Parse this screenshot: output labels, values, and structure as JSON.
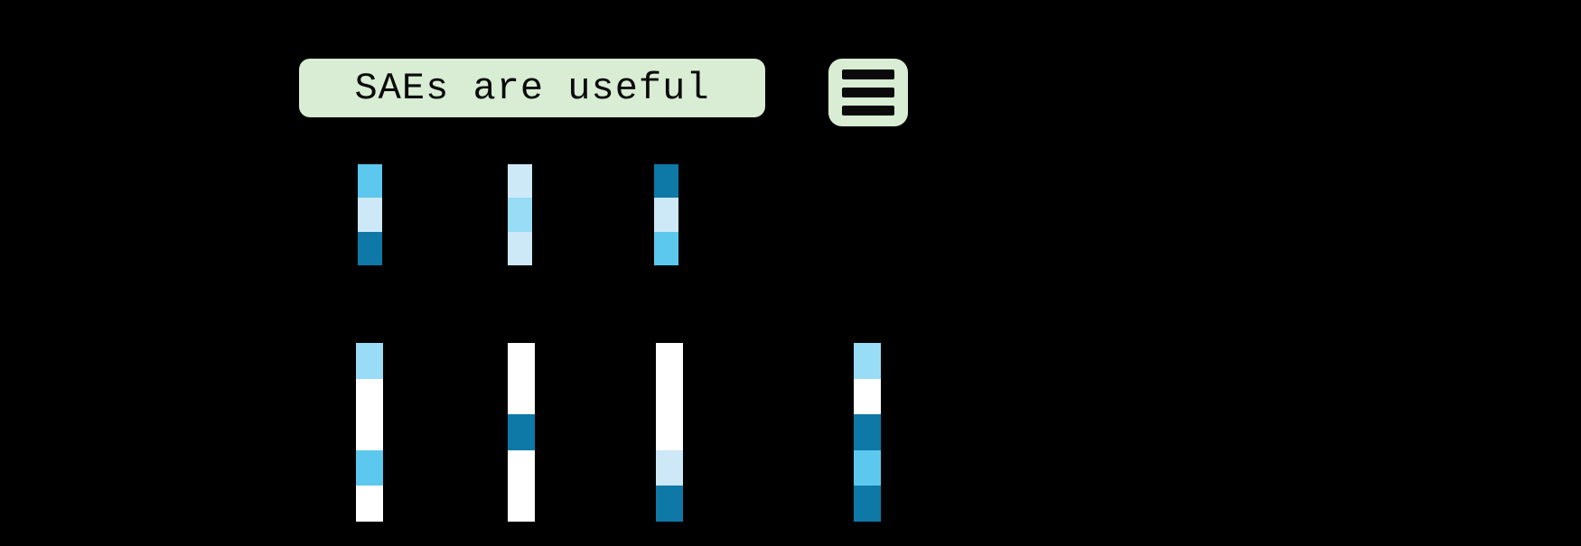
{
  "title": {
    "label": "SAEs are useful"
  },
  "menu_button": {
    "icon": "hamburger-menu-icon",
    "lines": 3
  },
  "colors": {
    "background": "#000000",
    "box_fill": "#d8edd3",
    "box_text": "#0a0a0a",
    "icon_line": "#0a0a0a",
    "white": "#ffffff",
    "pale": "#cde8f7",
    "light": "#99dcf5",
    "sky": "#5cc8ee",
    "dark": "#0e78a6"
  },
  "vectors": {
    "top_row": [
      {
        "name": "vector-top-1",
        "segments": [
          "sky",
          "pale",
          "dark"
        ]
      },
      {
        "name": "vector-top-2",
        "segments": [
          "pale",
          "light",
          "pale"
        ]
      },
      {
        "name": "vector-top-3",
        "segments": [
          "dark",
          "pale",
          "sky"
        ]
      }
    ],
    "bottom_row": [
      {
        "name": "vector-bottom-1",
        "segments": [
          "light",
          "white",
          "white",
          "sky",
          "white"
        ]
      },
      {
        "name": "vector-bottom-2",
        "segments": [
          "white",
          "white",
          "dark",
          "white",
          "white"
        ]
      },
      {
        "name": "vector-bottom-3",
        "segments": [
          "white",
          "white",
          "white",
          "pale",
          "dark"
        ]
      },
      {
        "name": "vector-bottom-4",
        "segments": [
          "light",
          "white",
          "dark",
          "sky",
          "dark"
        ]
      }
    ]
  }
}
